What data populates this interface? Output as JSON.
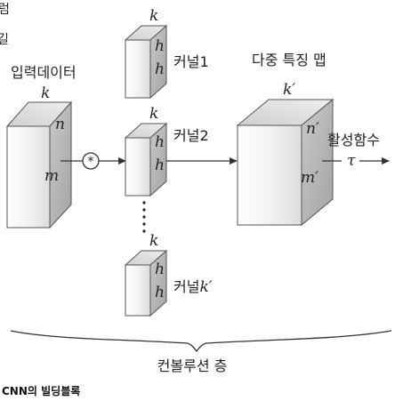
{
  "fragments": {
    "top": "럼",
    "mid": "길"
  },
  "input_block": {
    "label": "입력데이터",
    "depth": "k",
    "side": "n",
    "front": "m"
  },
  "conv_op": "*",
  "kernels": [
    {
      "label": "커널1",
      "depth": "k",
      "h1": "h",
      "h2": "h"
    },
    {
      "label": "커널2",
      "depth": "k",
      "h1": "h",
      "h2": "h"
    },
    {
      "label_prefix": "커널",
      "label_var": "k′",
      "depth": "k",
      "h1": "h",
      "h2": "h"
    }
  ],
  "feature_map": {
    "label": "다중 특징 맵",
    "depth": "k′",
    "side": "n′",
    "front": "m′"
  },
  "activation": {
    "label": "활성함수",
    "var": "τ"
  },
  "layer_label": "컨볼루션 층",
  "caption": "CNN의 빌딩블록",
  "colors": {
    "shade_light": "#f3f3f3",
    "shade_mid": "#d4d4d4",
    "shade_dark": "#a9a9a9",
    "stroke": "#333333"
  }
}
